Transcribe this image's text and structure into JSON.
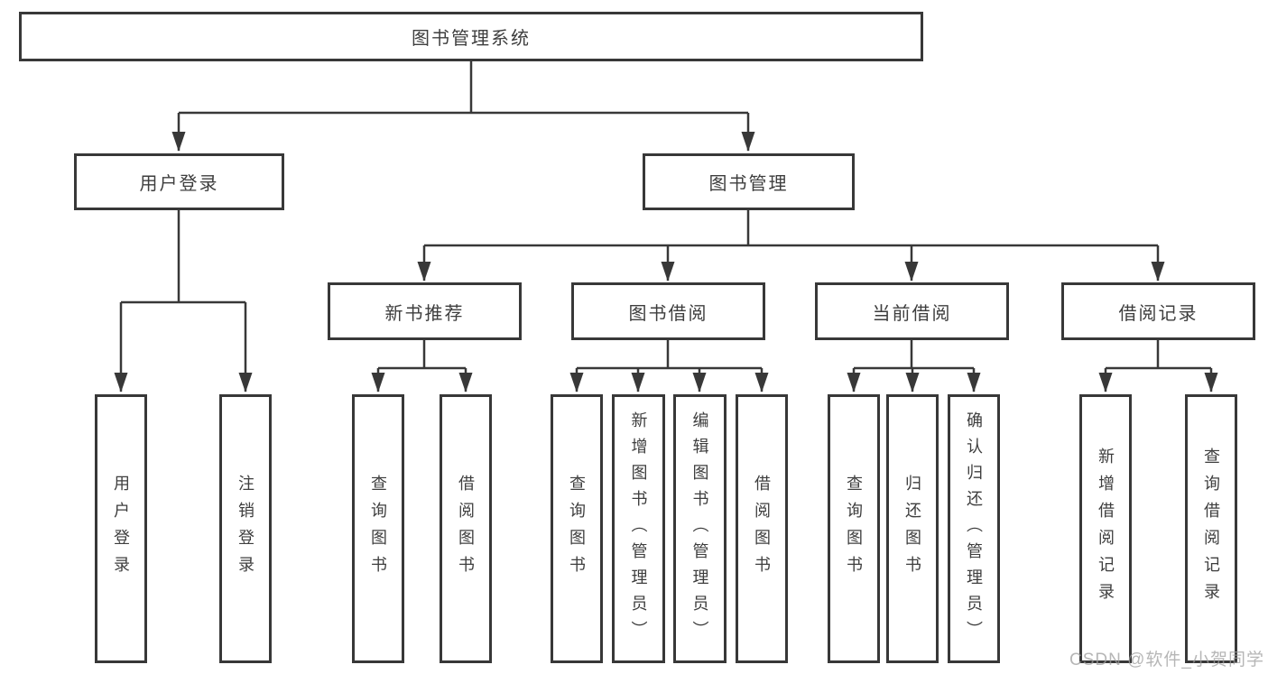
{
  "diagram": {
    "type": "hierarchy-tree",
    "tree": {
      "label": "图书管理系统",
      "children": [
        {
          "label": "用户登录",
          "children": [
            {
              "label": "用户登录"
            },
            {
              "label": "注销登录"
            }
          ]
        },
        {
          "label": "图书管理",
          "children": [
            {
              "label": "新书推荐",
              "children": [
                {
                  "label": "查询图书"
                },
                {
                  "label": "借阅图书"
                }
              ]
            },
            {
              "label": "图书借阅",
              "children": [
                {
                  "label": "查询图书"
                },
                {
                  "label": "新增图书（管理员）"
                },
                {
                  "label": "编辑图书（管理员）"
                },
                {
                  "label": "借阅图书"
                }
              ]
            },
            {
              "label": "当前借阅",
              "children": [
                {
                  "label": "查询图书"
                },
                {
                  "label": "归还图书"
                },
                {
                  "label": "确认归还（管理员）"
                }
              ]
            },
            {
              "label": "借阅记录",
              "children": [
                {
                  "label": "新增借阅记录"
                },
                {
                  "label": "查询借阅记录"
                }
              ]
            }
          ]
        }
      ]
    }
  },
  "watermark": {
    "text": "CSDN @软件_小贺同学"
  },
  "colors": {
    "line": "#383838",
    "box_border": "#383838",
    "text": "#3e3e3e",
    "background": "#ffffff",
    "watermark": "#9e9e9e"
  }
}
